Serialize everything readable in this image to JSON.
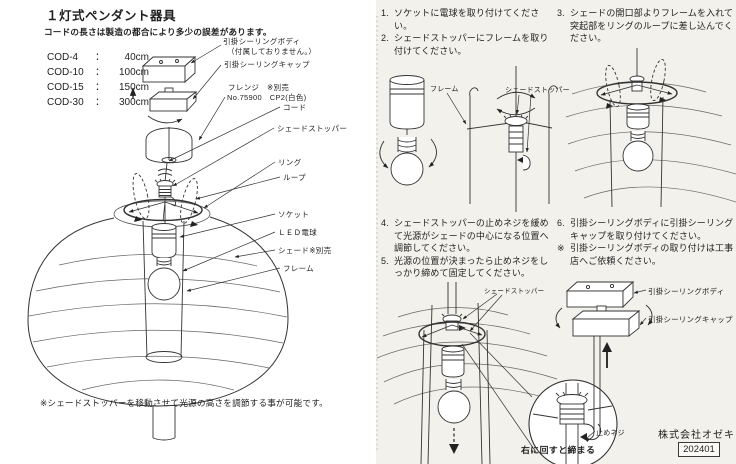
{
  "left": {
    "title": "１灯式ペンダント器具",
    "subtitle": "コードの長さは製造の都合により多少の誤差があります。",
    "colon": "：",
    "cord_lengths": [
      {
        "model": "COD-4",
        "length": "40cm"
      },
      {
        "model": "COD-10",
        "length": "100cm"
      },
      {
        "model": "COD-15",
        "length": "150cm"
      },
      {
        "model": "COD-30",
        "length": "300cm"
      }
    ],
    "part_labels": {
      "body": "引掛シーリングボディ",
      "body_note": "（付属しておりません。）",
      "cap": "引掛シーリングキャップ",
      "flange": "フレンジ　※別売",
      "flange_note": "No.75900　CP2(白色)",
      "cord": "コード",
      "shade_stopper": "シェードストッパー",
      "ring": "リング",
      "loop": "ループ",
      "socket": "ソケット",
      "led_bulb": "ＬＥＤ電球",
      "shade": "シェード※別売",
      "frame": "フレーム"
    },
    "footnote": "※シェードストッパーを移動させて光源の高さを調節する事が可能です。"
  },
  "instructions": {
    "steps": [
      {
        "num": "1.",
        "text": "ソケットに電球を取り付けてください。"
      },
      {
        "num": "2.",
        "text": "シェードストッパーにフレームを取り付けてください。"
      },
      {
        "num": "3.",
        "text": "シェードの開口部よりフレームを入れて突起部をリングのループに差し込んでください。"
      },
      {
        "num": "4.",
        "text": "シェードストッパーの止めネジを緩めて光源がシェードの中心になる位置へ調節してください。"
      },
      {
        "num": "5.",
        "text": "光源の位置が決まったら止めネジをしっかり締めて固定してください。"
      },
      {
        "num": "6.",
        "text": "引掛シーリングボディに引掛シーリングキャップを取り付けてください。"
      },
      {
        "num": "※",
        "text": "引掛シーリングボディの取り付けは工事店へご依頼ください。"
      }
    ],
    "diagram_labels": {
      "frame": "フレーム",
      "shade_stopper_top": "シェードストッパー",
      "shade_stopper_bottom": "シェードストッパー",
      "set_screw": "止めネジ",
      "turn_right": "右に回すと締まる",
      "body": "引掛シーリングボディ",
      "cap": "引掛シーリングキャップ"
    }
  },
  "footer": {
    "company": "株式会社オゼキ",
    "code": "202401"
  }
}
